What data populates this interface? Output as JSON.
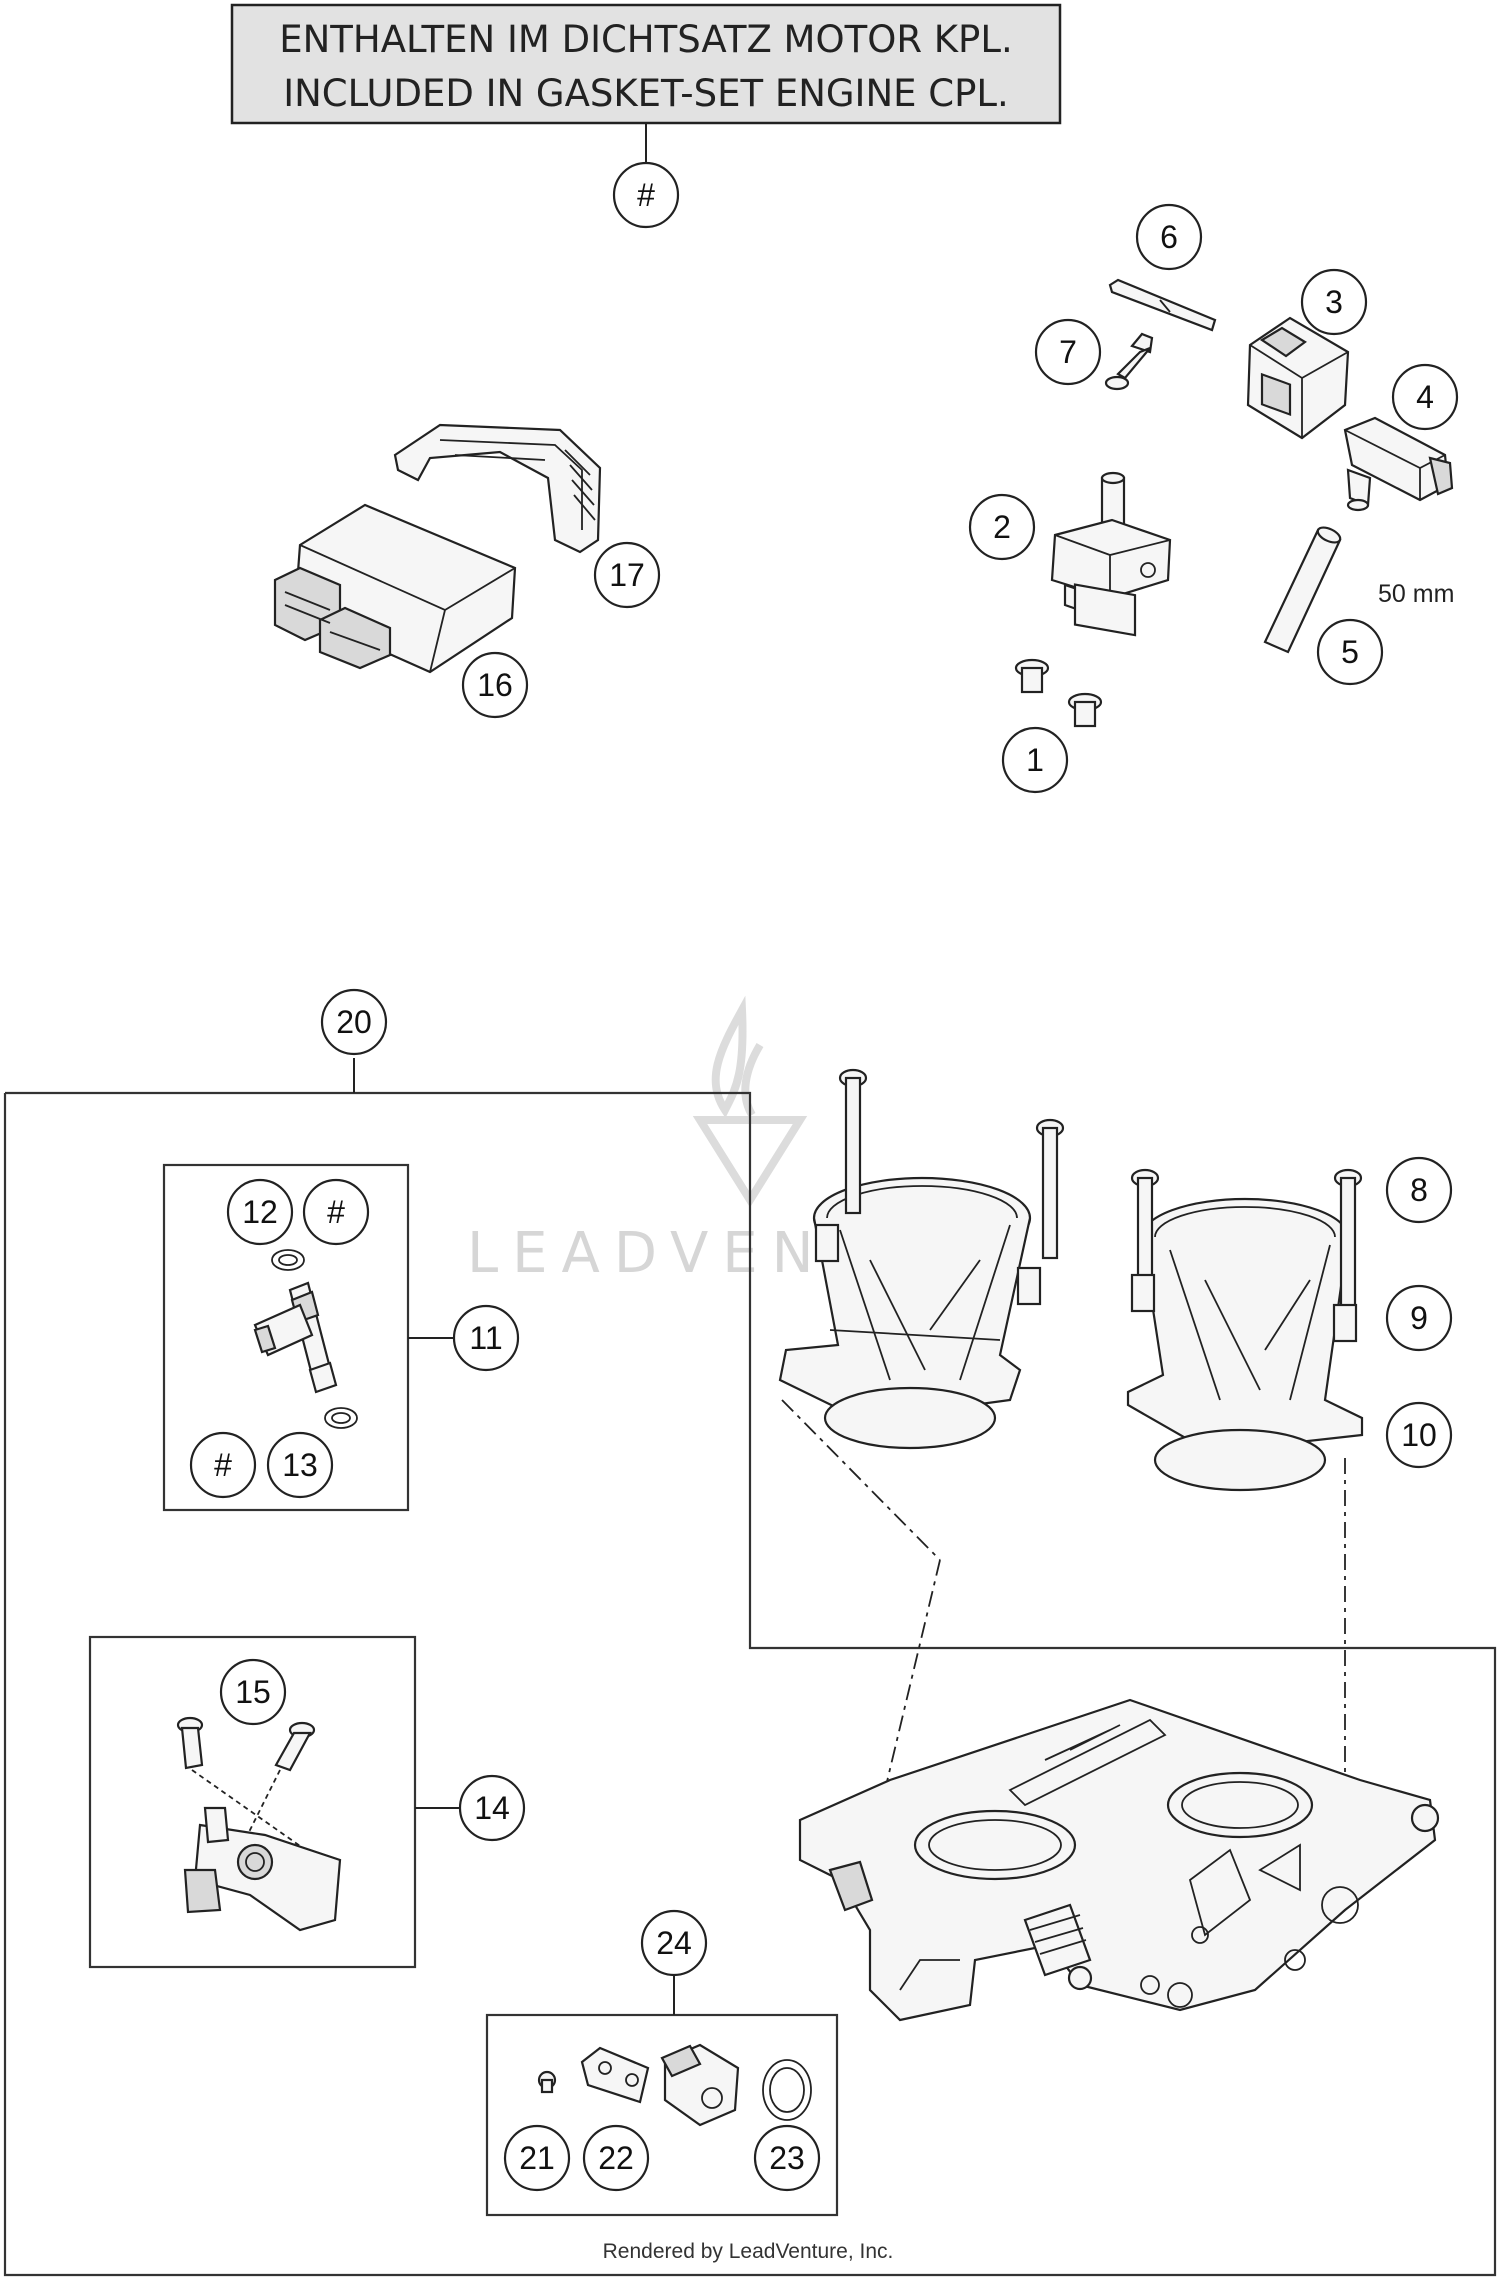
{
  "header": {
    "line1": "ENTHALTEN IM DICHTSATZ MOTOR KPL.",
    "line2": "INCLUDED IN GASKET-SET ENGINE CPL."
  },
  "callouts": {
    "hash_top": "#",
    "c1": "1",
    "c2": "2",
    "c3": "3",
    "c4": "4",
    "c5": "5",
    "c6": "6",
    "c7": "7",
    "c8": "8",
    "c9": "9",
    "c10": "10",
    "c11": "11",
    "c12": "12",
    "hash_12": "#",
    "c13": "13",
    "hash_13": "#",
    "c14": "14",
    "c15": "15",
    "c16": "16",
    "c17": "17",
    "c20": "20",
    "c21": "21",
    "c22": "22",
    "c23": "23",
    "c24": "24"
  },
  "annotations": {
    "hose_length": "50 mm"
  },
  "watermark": {
    "text": "LEADVENTURE"
  },
  "footer": {
    "credit": "Rendered by LeadVenture, Inc."
  }
}
